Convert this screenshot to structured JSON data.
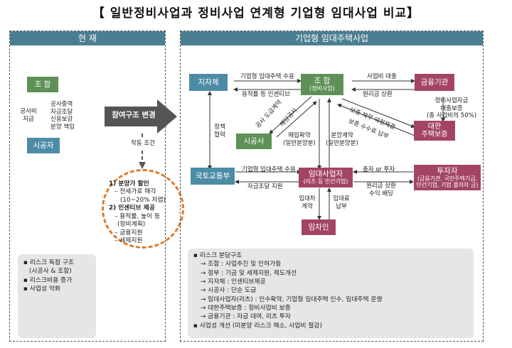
{
  "title": "【 일반정비사업과 정비사업 연계형 기업형 임대사업 비교】",
  "left": {
    "header": "현 재",
    "box_top": "조 합",
    "box_bottom": "시공자",
    "label_left": [
      "공사비",
      "지급"
    ],
    "label_right": [
      "공사중역",
      "자금조달",
      "신용보강",
      "분양 책임"
    ],
    "notes": [
      "▪ 리스크 독점 구조",
      "(시공사 & 조합)",
      "▪ 리스크비용 증가",
      "▪ 사업성 악화"
    ]
  },
  "middle": {
    "arrow_label": "참여구조 변경",
    "condition_label": "작동 조건",
    "circle": [
      "1) 분양가 할인",
      "– 전세가로 매각",
      "(10~20% 저렴)",
      "2) 인센티브 제공",
      "– 용적률, 높이 등",
      "(정비계획)",
      "– 금융지원",
      "– 세제지원"
    ]
  },
  "right": {
    "header": "기업형 임대주택사업",
    "boxes": {
      "local_gov": "지자체",
      "union": "조 합",
      "union_sub": "(정비사업)",
      "finance": "금융기관",
      "contractor": "시공사",
      "hug_l1": "대한",
      "hug_l2": "주택보증",
      "molit": "국토교통부",
      "rental_biz": "임대사업자",
      "rental_biz_sub": "(리츠 등 민간기업)",
      "investor": "투자자",
      "investor_sub_l1": "(금융기관, 국민주택기금,",
      "investor_sub_l2": "민간기업, 기업 출자자 금)",
      "tenant": "임차인"
    },
    "labels": {
      "l1": "기업형 임대주택 수용",
      "l2": "용적률 등 인센티브",
      "l3": "사업비 대출",
      "l4": "원리금 상환",
      "l5_l1": "정비사업자금",
      "l5_l2": "대출보증",
      "l5_l3": "(총 사업비의 50%)",
      "l6": "보증 채무 약정체결",
      "l7": "보증 수수료 납부",
      "l8": "공사 도급계약",
      "l9": "해당공사",
      "l10": "정책",
      "l11": "협력",
      "l12_l1": "매입확약",
      "l12_l2": "(일반분양분)",
      "l13_l1": "분양계약",
      "l13_l2": "(일반분양분)",
      "l14": "기업형 임대주택 수용",
      "l15": "자금조달 지원",
      "l16": "출자 or 투자",
      "l17_l1": "원리금 상환",
      "l17_l2": "수익 배당",
      "l18_l1": "임대차",
      "l18_l2": "계약",
      "l19_l1": "임대료",
      "l19_l2": "납부"
    },
    "notes": [
      "▪ 리스크 분담구조",
      "→ 조합 : 사업추진 및 인허가등",
      "→ 정부 : 기금 및 세제지원, 제도개선",
      "→ 지자체 : 인센티브제공",
      "→ 시공사 : 단순 도급",
      "→ 임대사업자(리츠) : 인수확약, 기업형 임대주택 인수, 임대주택 운영",
      "→ 대한주택보증 : 정비사업비 보증",
      "→ 금융기관 : 자금 대여, 리츠 투자",
      "▪ 사업성 개선 (미분양 리스크 해소, 사업비 절감)"
    ]
  },
  "colors": {
    "header": "#4a7f91",
    "blue": "#4d8ca6",
    "green": "#5e9156",
    "magenta": "#a34466",
    "orange": "#e07a2a",
    "arrow": "#555555"
  }
}
